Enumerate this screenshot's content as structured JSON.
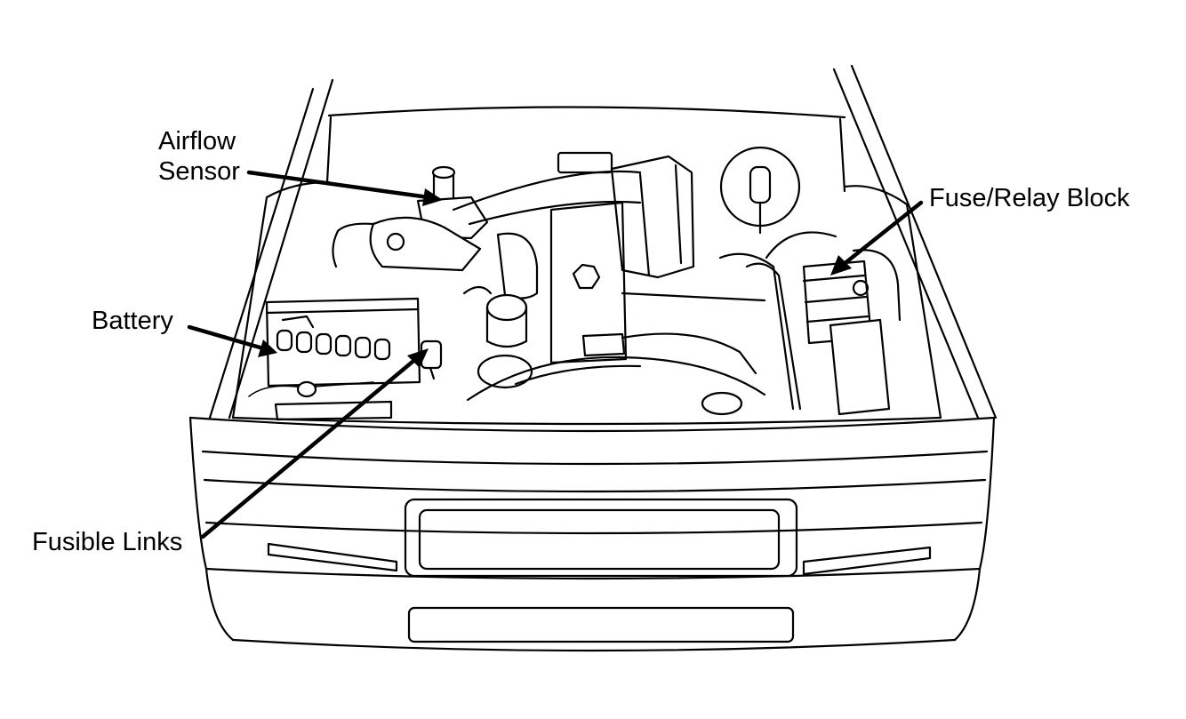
{
  "diagram": {
    "labels": {
      "airflow_sensor_line1": "Airflow",
      "airflow_sensor_line2": "Sensor",
      "fuse_relay_block": "Fuse/Relay Block",
      "battery": "Battery",
      "fusible_links": "Fusible Links"
    },
    "colors": {
      "ink": "#000000",
      "paper": "#ffffff"
    }
  }
}
